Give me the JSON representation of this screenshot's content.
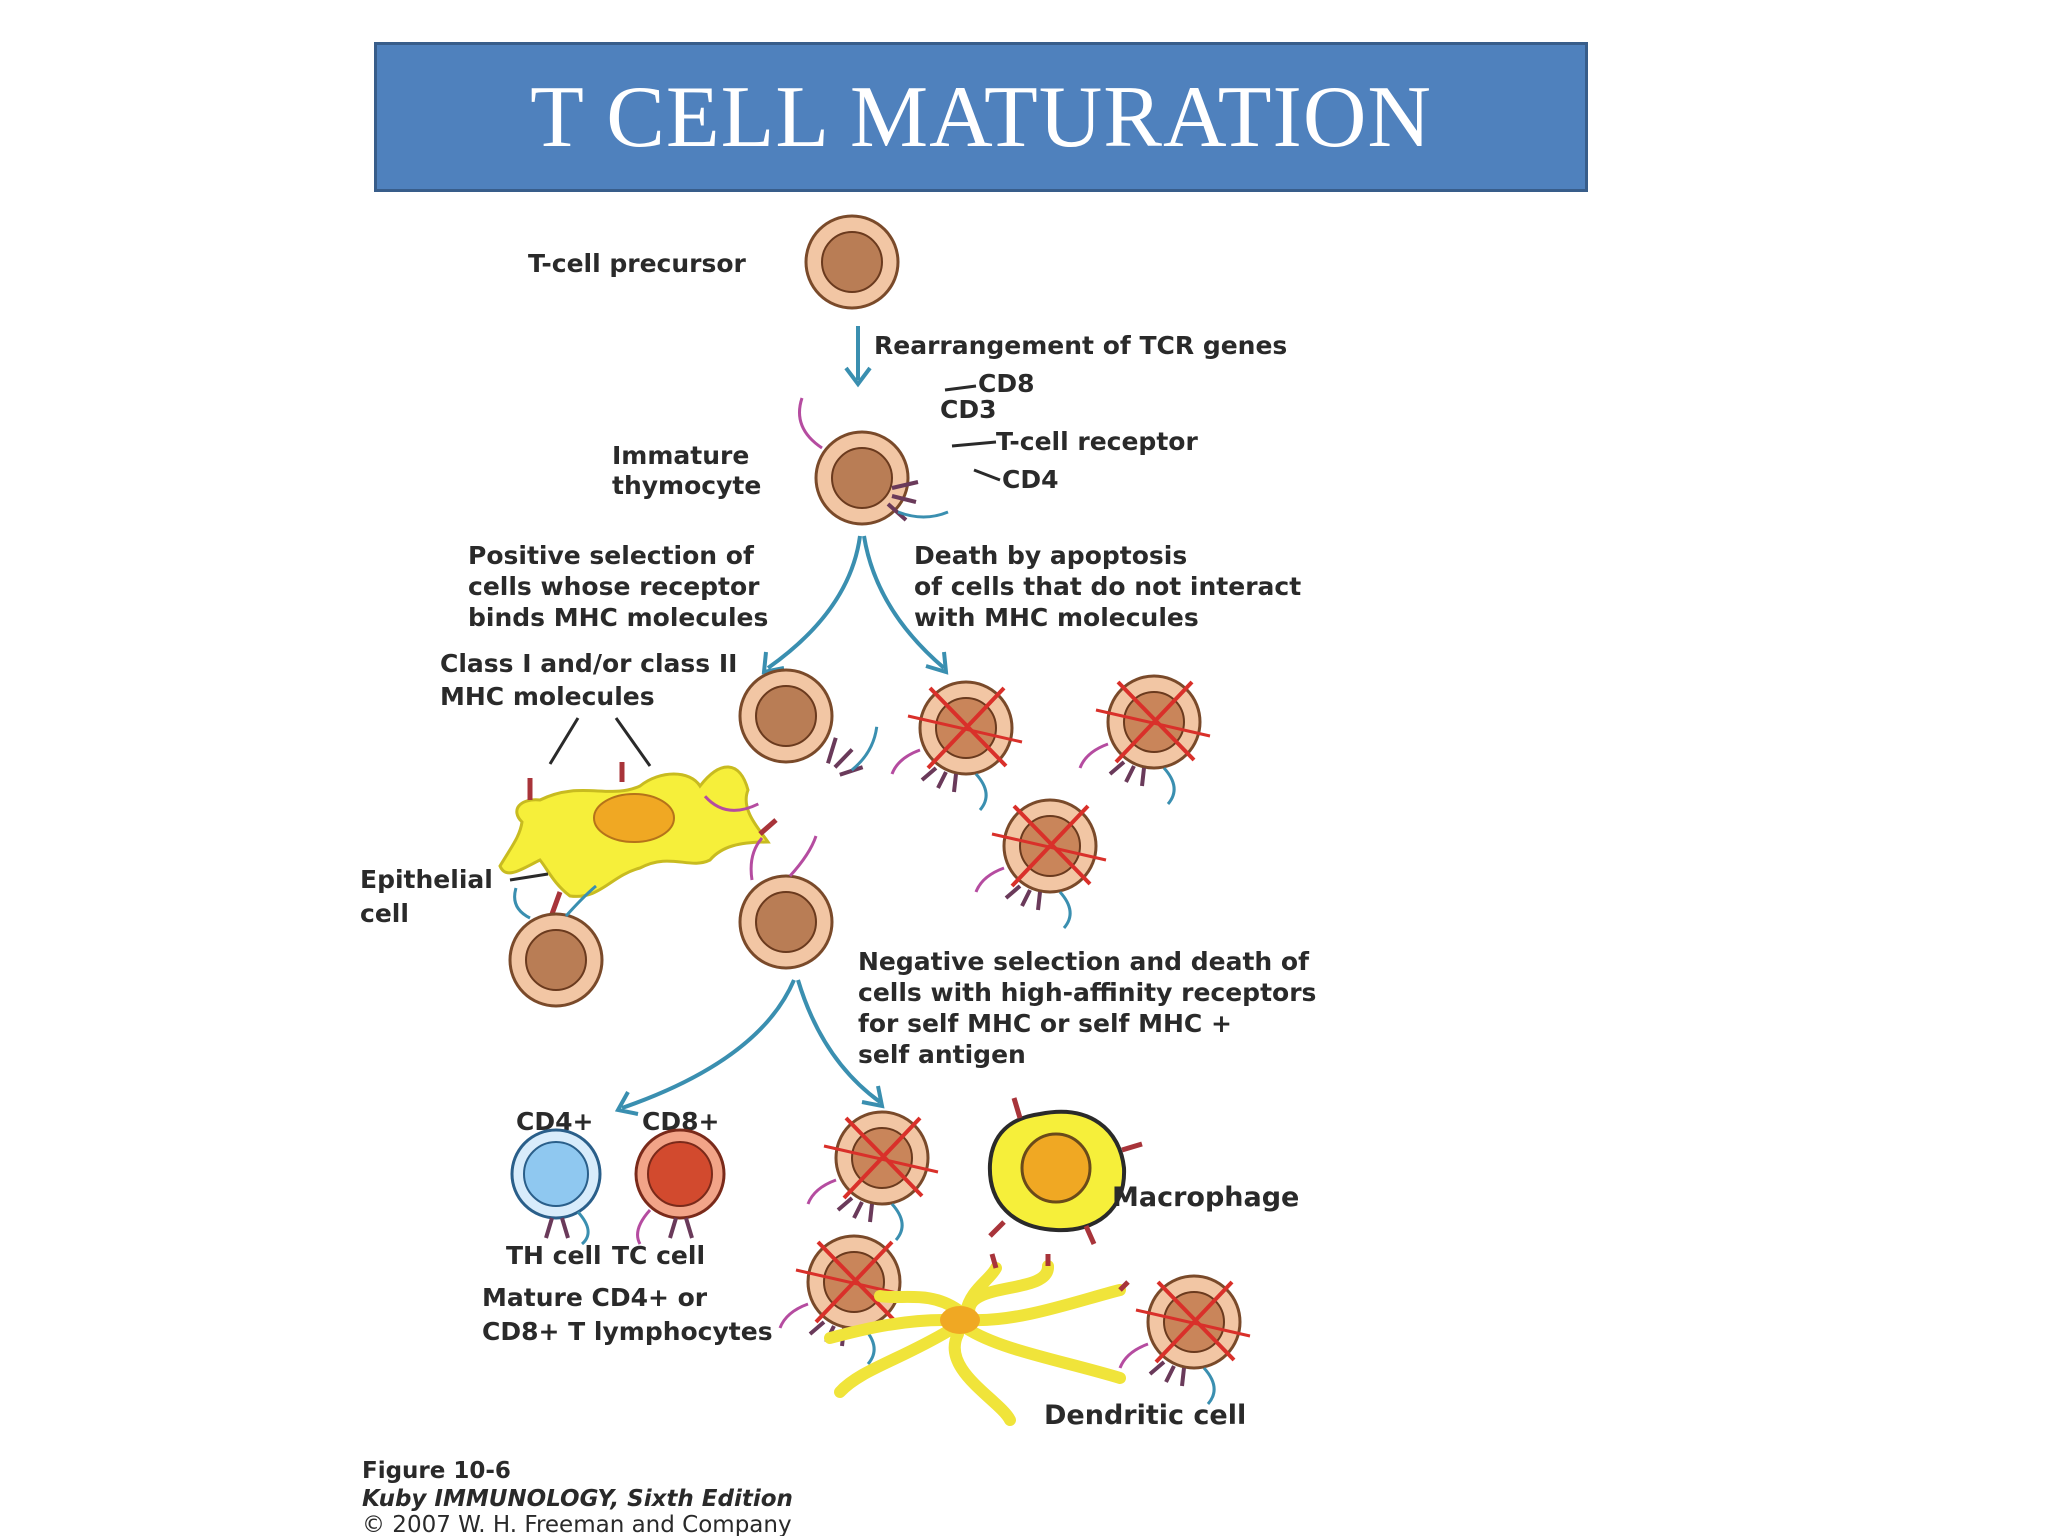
{
  "title": "T CELL MATURATION",
  "labels": {
    "precursor": "T-cell precursor",
    "rearrangement": "Rearrangement of TCR genes",
    "cd8": "CD8",
    "cd3": "CD3",
    "tcr": "T-cell receptor",
    "cd4": "CD4",
    "immature_1": "Immature",
    "immature_2": "thymocyte",
    "positive_1": "Positive selection of",
    "positive_2": "cells whose receptor",
    "positive_3": "binds MHC molecules",
    "death_1": "Death by apoptosis",
    "death_2": "of cells that do not interact",
    "death_3": "with MHC molecules",
    "mhc_1": "Class I and/or class II",
    "mhc_2": "MHC molecules",
    "epithelial_1": "Epithelial",
    "epithelial_2": "cell",
    "negative_1": "Negative selection and death of",
    "negative_2": "cells with high-affinity receptors",
    "negative_3": "for self MHC or self MHC +",
    "negative_4": "self antigen",
    "cd4_plus": "CD4+",
    "cd8_plus": "CD8+",
    "th_cell": "TH cell",
    "tc_cell": "TC cell",
    "mature_1": "Mature CD4+ or",
    "mature_2": "CD8+ T lymphocytes",
    "macrophage": "Macrophage",
    "dendritic": "Dendritic cell"
  },
  "caption": {
    "figure": "Figure 10-6",
    "book": "Kuby IMMUNOLOGY, Sixth Edition",
    "copyright": "© 2007 W. H. Freeman and Company"
  },
  "colors": {
    "title_bg": "#4f81bd",
    "cell_outer": "#f2c6a4",
    "cell_nucleus": "#b97d55",
    "epithelial": "#f6ef3a",
    "arrow": "#3a8fb0",
    "cross": "#d9302a",
    "th_cell": "#8fc8f0",
    "tc_cell": "#d24a2e"
  }
}
